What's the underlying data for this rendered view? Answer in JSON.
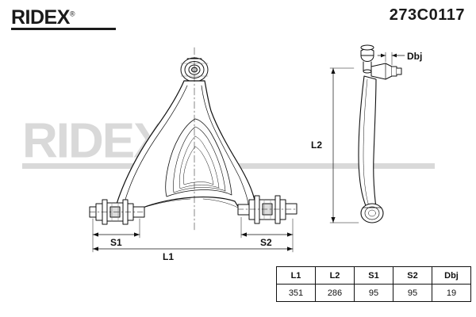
{
  "header": {
    "brand": "RIDEX",
    "brand_mark": "®",
    "part_number": "273C0117"
  },
  "watermark": {
    "text": "RIDEX",
    "mark": "®"
  },
  "diagram": {
    "front_view_labels": {
      "s1": "S1",
      "s2": "S2",
      "l1": "L1"
    },
    "side_view_labels": {
      "l2": "L2",
      "dbj": "Dbj"
    }
  },
  "spec_table": {
    "headers": [
      "L1",
      "L2",
      "S1",
      "S2",
      "Dbj"
    ],
    "rows": [
      [
        "351",
        "286",
        "95",
        "95",
        "19"
      ]
    ]
  }
}
